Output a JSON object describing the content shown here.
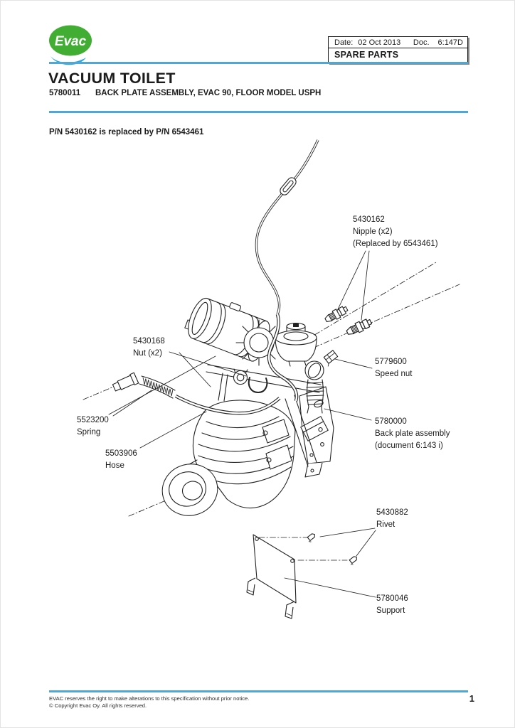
{
  "colors": {
    "accent_blue": "#4fa7d7",
    "logo_green": "#41ad33",
    "logo_blue": "#2aa9e0",
    "ink": "#1b1b1b"
  },
  "logo": {
    "text": "Evac"
  },
  "doc_header": {
    "date_label": "Date:",
    "date_value": "02 Oct 2013",
    "doc_label": "Doc.",
    "doc_value": "6:147D",
    "section_title": "SPARE PARTS"
  },
  "title_block": {
    "title": "VACUUM TOILET",
    "part_number": "5780011",
    "part_description": "BACK PLATE ASSEMBLY, EVAC 90, FLOOR MODEL USPH"
  },
  "note": "P/N 5430162 is replaced by P/N 6543461",
  "part_labels": [
    {
      "id": "5430162",
      "name": "Nipple (x2)",
      "note": "(Replaced by 6543461)"
    },
    {
      "id": "5430168",
      "name": "Nut (x2)"
    },
    {
      "id": "5523200",
      "name": "Spring"
    },
    {
      "id": "5503906",
      "name": "Hose"
    },
    {
      "id": "5779600",
      "name": "Speed nut"
    },
    {
      "id": "5780000",
      "name": "Back plate assembly",
      "note": "(document 6:143 i)"
    },
    {
      "id": "5430882",
      "name": "Rivet"
    },
    {
      "id": "5780046",
      "name": "Support"
    }
  ],
  "footer": {
    "disclaimer": "EVAC reserves the right to make alterations to this specification without  prior notice.",
    "copyright": "© Copyright Evac Oy. All rights reserved.",
    "page_number": "1"
  }
}
